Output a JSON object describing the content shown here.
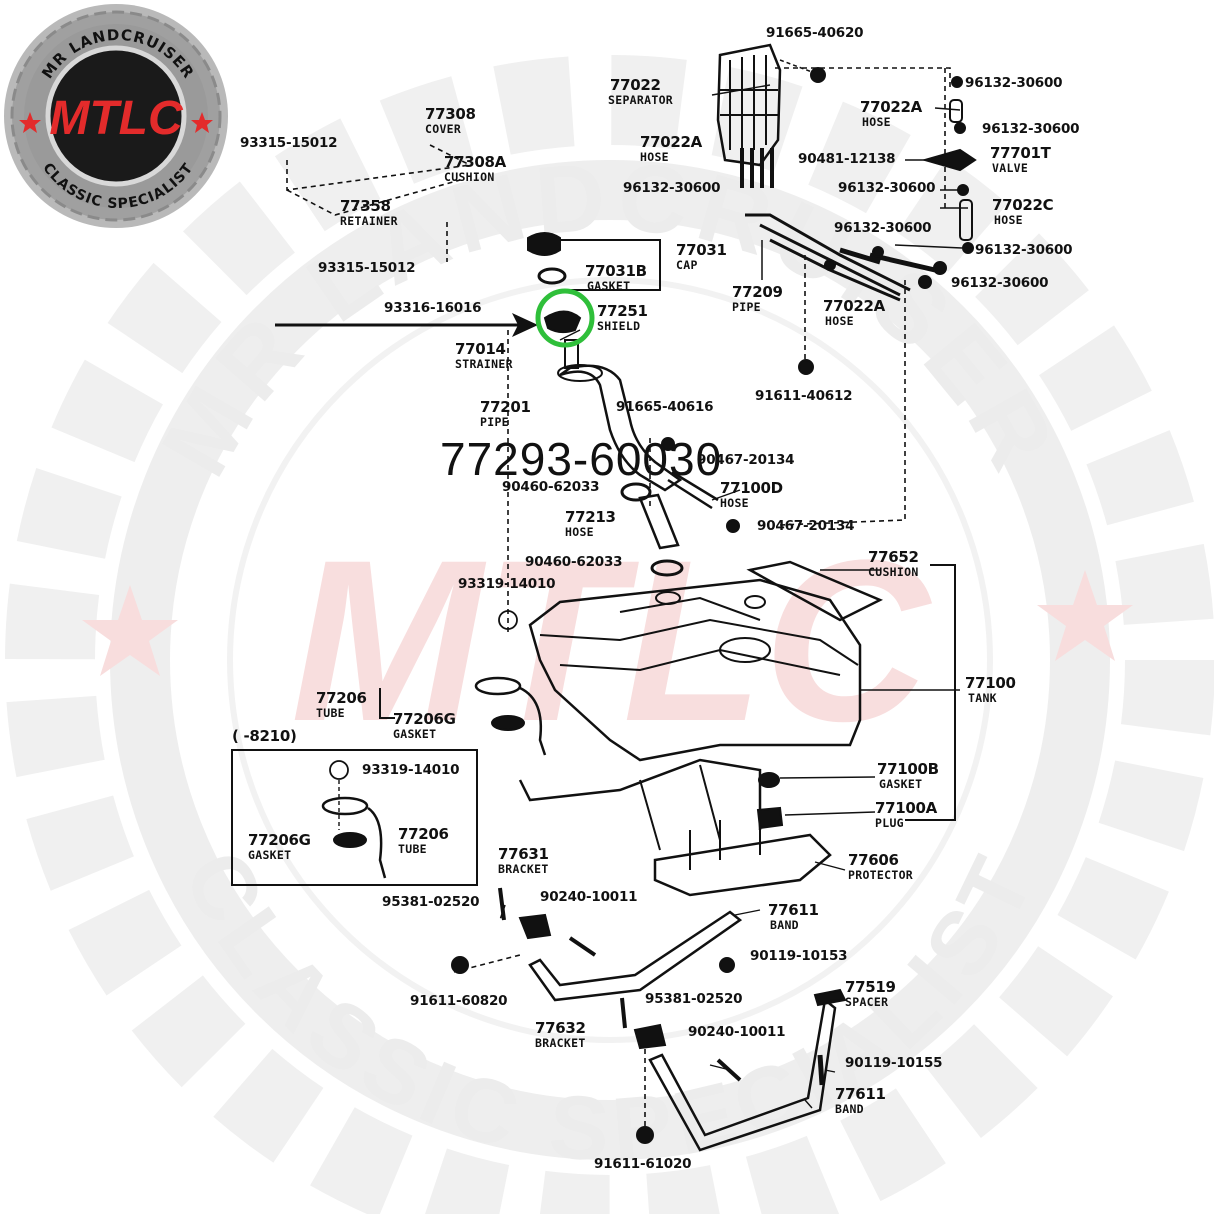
{
  "logo": {
    "top_text": "MR LANDCRUISER",
    "bottom_text": "CLASSIC SPECIALIST",
    "mark": "MTLC"
  },
  "watermark": {
    "top_text": "MR LANDCRUISER",
    "bottom_text": "CLASSIC SPECIALIST",
    "mark": "MTLC"
  },
  "highlight_part_number": "77293-60030",
  "inset_range": "(      -8210)",
  "parts": {
    "p91665_40620": "91665-40620",
    "p77022": "77022",
    "p77022_sub": "SEPARATOR",
    "p96132_30600_a": "96132-30600",
    "p77022A_a": "77022A",
    "p77022A_a_sub": "HOSE",
    "p96132_30600_b": "96132-30600",
    "p77308": "77308",
    "p77308_sub": "COVER",
    "p93315_15012_a": "93315-15012",
    "p77308A": "77308A",
    "p77308A_sub": "CUSHION",
    "p77022A_b": "77022A",
    "p77022A_b_sub": "HOSE",
    "p90481_12138": "90481-12138",
    "p77701T": "77701T",
    "p77701T_sub": "VALVE",
    "p96132_30600_c": "96132-30600",
    "p96132_30600_d": "96132-30600",
    "p77358": "77358",
    "p77358_sub": "RETAINER",
    "p77022C": "77022C",
    "p77022C_sub": "HOSE",
    "p96132_30600_e": "96132-30600",
    "p77031": "77031",
    "p77031_sub": "CAP",
    "p96132_30600_f": "96132-30600",
    "p93315_15012_b": "93315-15012",
    "p77031B": "77031B",
    "p77031B_sub": "GASKET",
    "p77209": "77209",
    "p77209_sub": "PIPE",
    "p96132_30600_g": "96132-30600",
    "p93316_16016": "93316-16016",
    "p77251": "77251",
    "p77251_sub": "SHIELD",
    "p77022A_c": "77022A",
    "p77022A_c_sub": "HOSE",
    "p77014": "77014",
    "p77014_sub": "STRAINER",
    "p91611_40612": "91611-40612",
    "p77201": "77201",
    "p77201_sub": "PIPE",
    "p91665_40616": "91665-40616",
    "p90467_20134_a": "90467-20134",
    "p90460_62033_a": "90460-62033",
    "p77100D": "77100D",
    "p77100D_sub": "HOSE",
    "p77213": "77213",
    "p77213_sub": "HOSE",
    "p90467_20134_b": "90467-20134",
    "p90460_62033_b": "90460-62033",
    "p77652": "77652",
    "p77652_sub": "CUSHION",
    "p93319_14010_a": "93319-14010",
    "p77100": "77100",
    "p77100_sub": "TANK",
    "p77206_a": "77206",
    "p77206_a_sub": "TUBE",
    "p77206G_a": "77206G",
    "p77206G_a_sub": "GASKET",
    "p93319_14010_b": "93319-14010",
    "p77100B": "77100B",
    "p77100B_sub": "GASKET",
    "p77100A": "77100A",
    "p77100A_sub": "PLUG",
    "p77206G_b": "77206G",
    "p77206G_b_sub": "GASKET",
    "p77206_b": "77206",
    "p77206_b_sub": "TUBE",
    "p77631": "77631",
    "p77631_sub": "BRACKET",
    "p77606": "77606",
    "p77606_sub": "PROTECTOR",
    "p95381_02520_a": "95381-02520",
    "p90240_10011_a": "90240-10011",
    "p77611_a": "77611",
    "p77611_a_sub": "BAND",
    "p90119_10153": "90119-10153",
    "p91611_60820": "91611-60820",
    "p95381_02520_b": "95381-02520",
    "p77519": "77519",
    "p77519_sub": "SPACER",
    "p77632": "77632",
    "p77632_sub": "BRACKET",
    "p90240_10011_b": "90240-10011",
    "p90119_10155": "90119-10155",
    "p77611_b": "77611",
    "p77611_b_sub": "BAND",
    "p91611_61020": "91611-61020"
  },
  "colors": {
    "logo_red": "#e32b2b",
    "logo_ring": "#9a9a9a",
    "highlight_ring": "#2fbf3a",
    "ink": "#111111",
    "watermark": "#e9e9e9",
    "watermark_red": "#f7d8d8"
  }
}
